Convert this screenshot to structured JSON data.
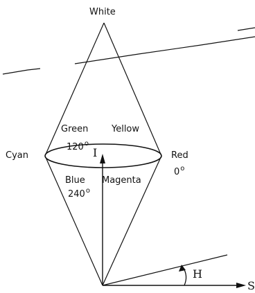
{
  "labels": {
    "white": "White",
    "green": "Green",
    "yellow": "Yellow",
    "cyan": "Cyan",
    "red": "Red",
    "blue": "Blue",
    "magenta": "Magenta",
    "angle_120": "120",
    "angle_0": "0",
    "angle_240": "240",
    "degree_mark": "o",
    "intensity": "I",
    "hue": "H",
    "saturation": "S"
  },
  "colors": {
    "ink": "#111111",
    "background": "#ffffff"
  }
}
